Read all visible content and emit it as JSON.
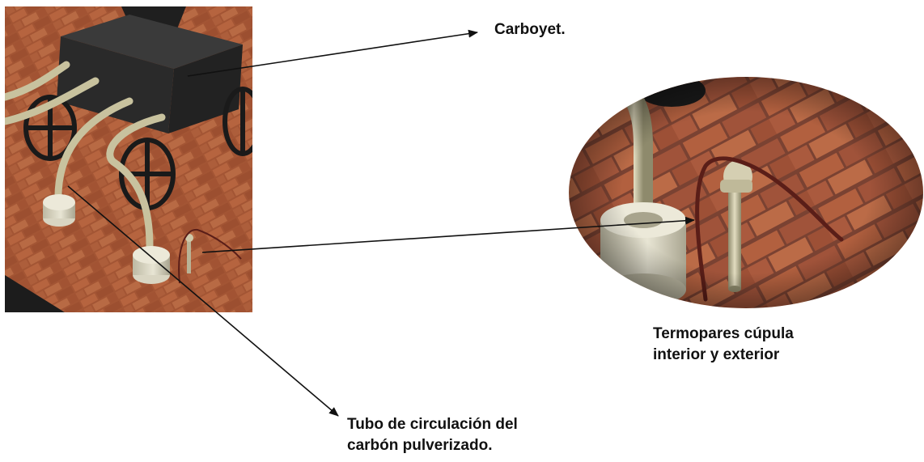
{
  "labels": {
    "carboyet": "Carboyet.",
    "termopares_line1": "Termopares cúpula",
    "termopares_line2": "interior y exterior",
    "tubo_line1": "Tubo de circulación del",
    "tubo_line2": "carbón pulverizado."
  },
  "colors": {
    "brick": "#a85a3a",
    "mortar": "#6e4a3a",
    "machine": "#2c2c2c",
    "pipe": "#c9c3a0",
    "base": "#d8d4bf",
    "thermocouple_wire": "#5a1e18",
    "arrow": "#111111"
  }
}
